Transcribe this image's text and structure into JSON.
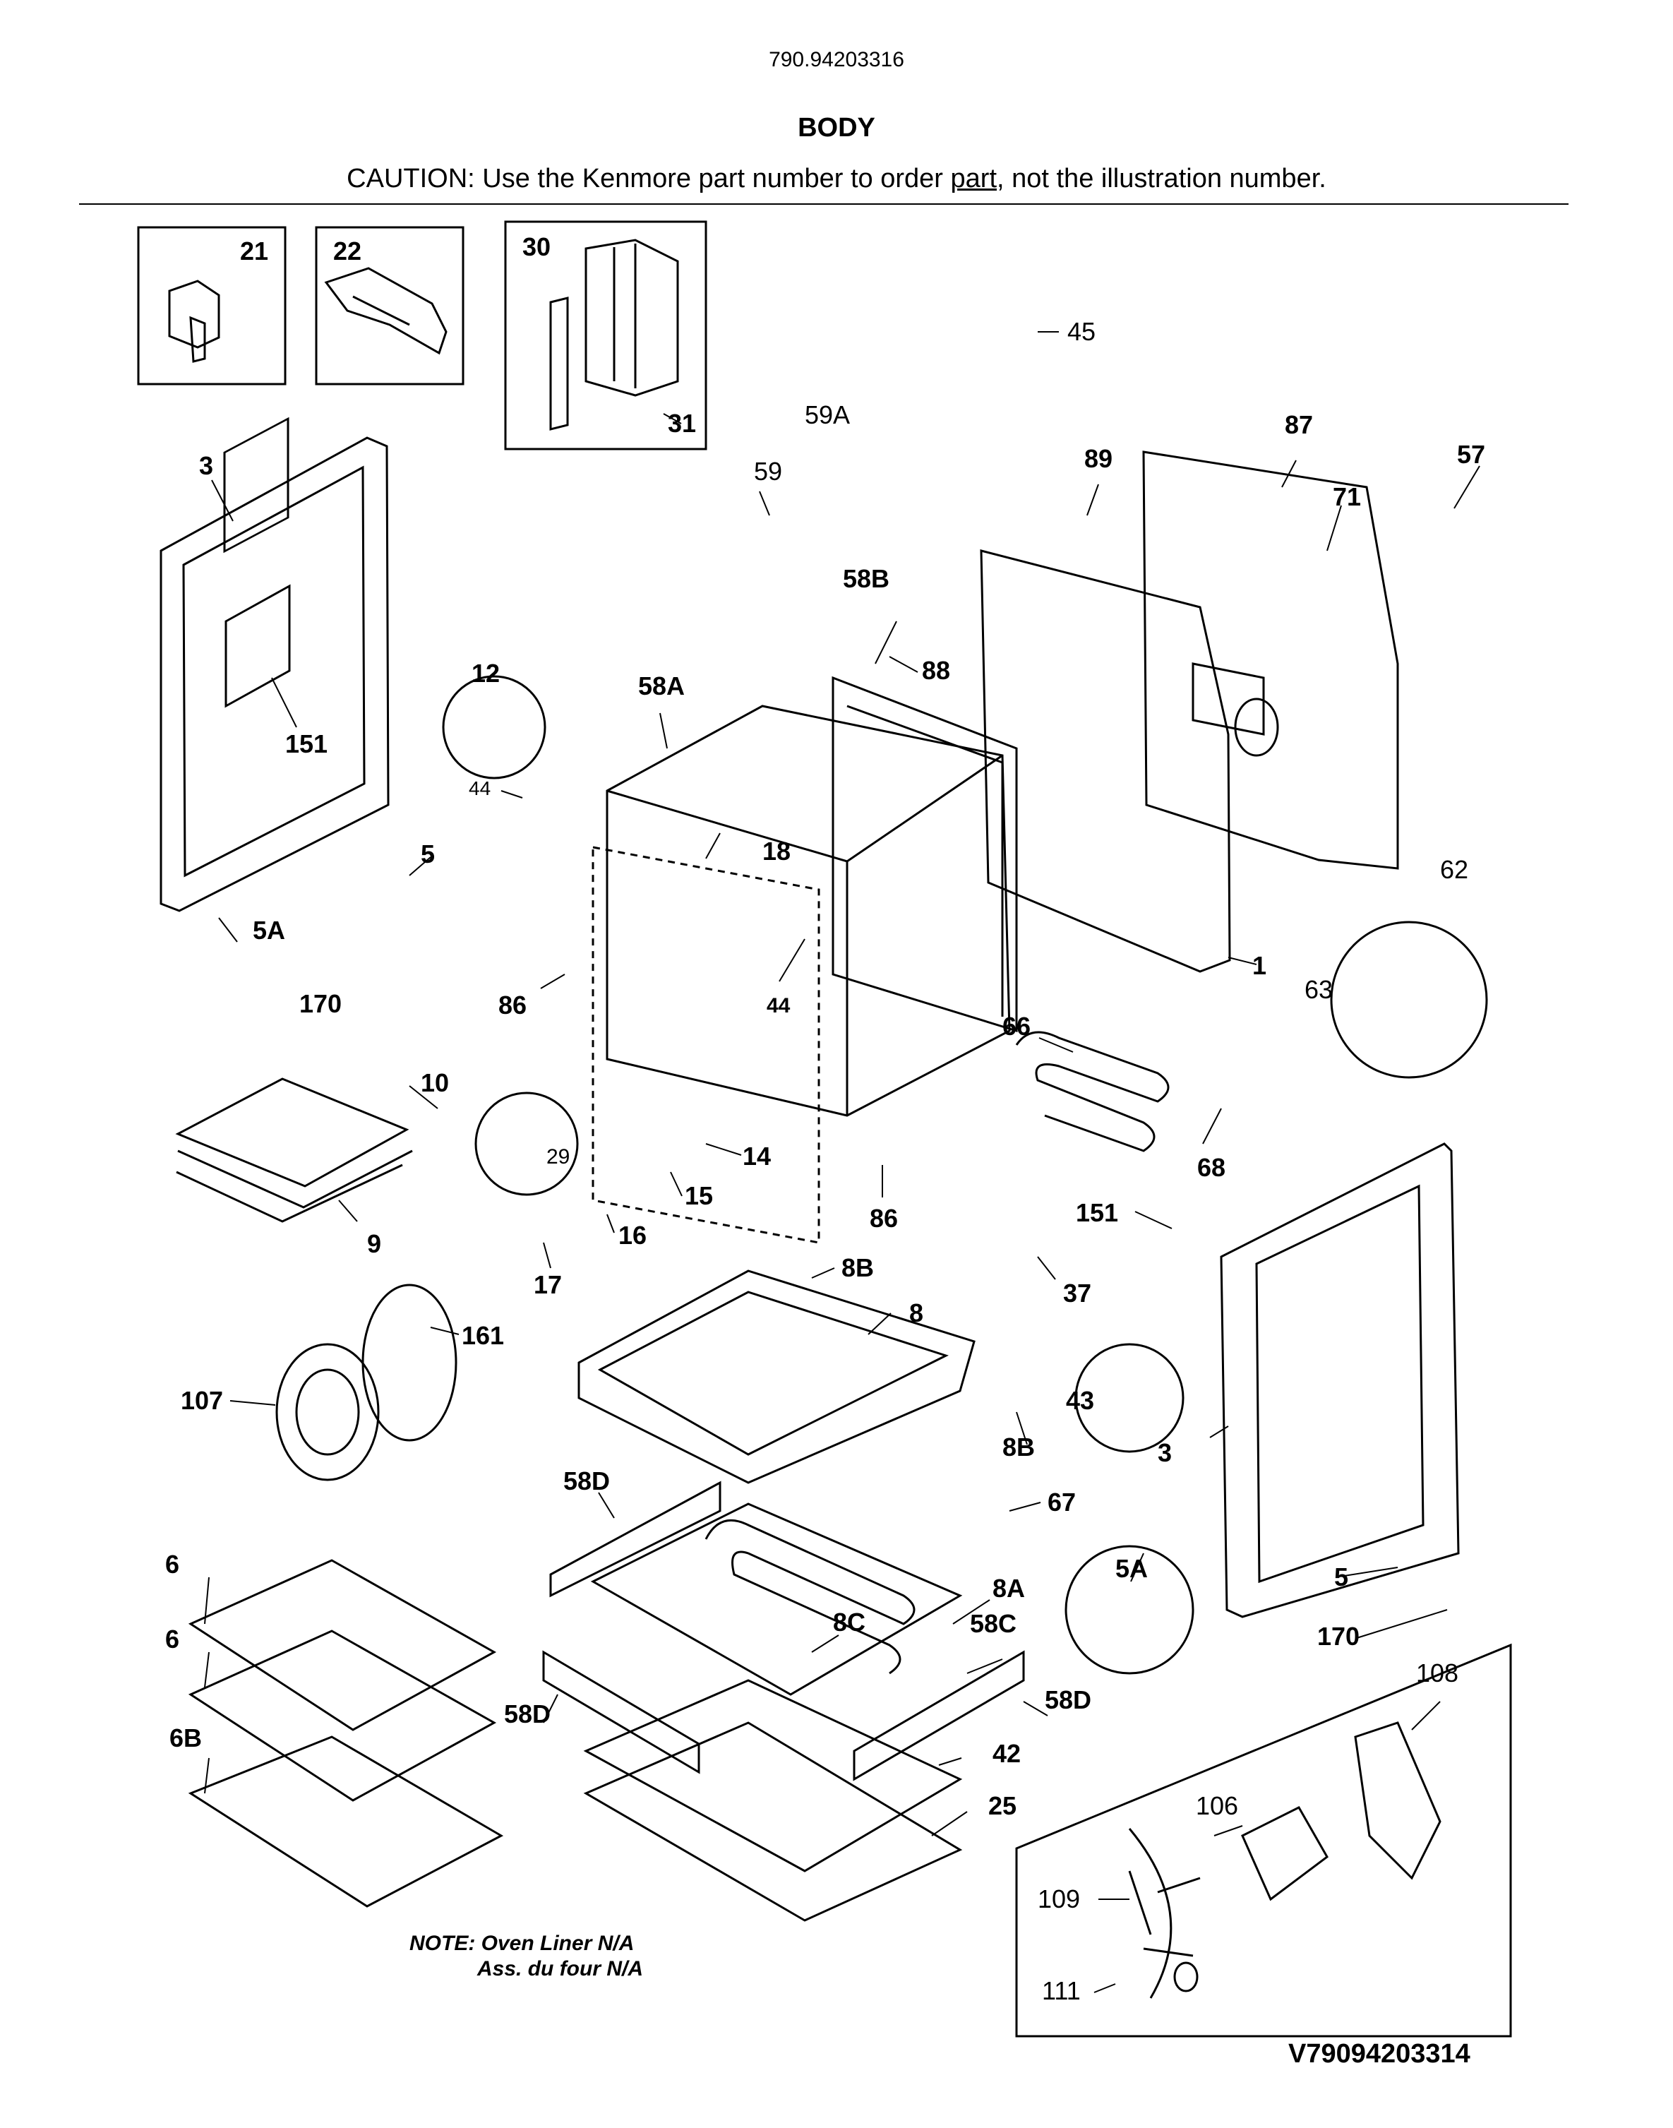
{
  "header": {
    "model_number": "790.94203316",
    "section_title": "BODY",
    "caution_prefix": "CAUTION: Use the Kenmore part number to order ",
    "caution_link": "part",
    "caution_suffix": ", not the illustration number."
  },
  "callouts": {
    "c21": "21",
    "c22": "22",
    "c30": "30",
    "c31": "31",
    "c45": "45",
    "c59A": "59A",
    "c87": "87",
    "c57": "57",
    "c3a": "3",
    "c59": "59",
    "c89": "89",
    "c71": "71",
    "c58B": "58B",
    "c88": "88",
    "c12": "12",
    "c58A": "58A",
    "c151a": "151",
    "c44a": "44",
    "c18": "18",
    "c5a": "5",
    "c62": "62",
    "c5Aa": "5A",
    "c1": "1",
    "c63": "63",
    "c170a": "170",
    "c86a": "86",
    "c44b": "44",
    "c66": "66",
    "c10": "10",
    "c29": "29",
    "c14": "14",
    "c68": "68",
    "c9": "9",
    "c15": "15",
    "c16": "16",
    "c86b": "86",
    "c17": "17",
    "c151b": "151",
    "c8Ba": "8B",
    "c37": "37",
    "c161": "161",
    "c8": "8",
    "c107": "107",
    "c43": "43",
    "c8Bb": "8B",
    "c3b": "3",
    "c58Da": "58D",
    "c67": "67",
    "c5Ab": "5A",
    "c6a": "6",
    "c8A": "8A",
    "c5b": "5",
    "c8C": "8C",
    "c58C": "58C",
    "c170b": "170",
    "c6b": "6",
    "c58Db": "58D",
    "c58Dc": "58D",
    "c108": "108",
    "c6B": "6B",
    "c42": "42",
    "c25": "25",
    "c106": "106",
    "c109": "109",
    "c111": "111"
  },
  "notes": {
    "line1": "NOTE: Oven Liner N/A",
    "line2": "Ass. du four N/A"
  },
  "diagram_id": "V79094203314"
}
